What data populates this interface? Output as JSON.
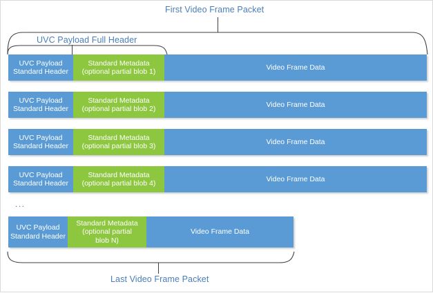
{
  "diagram": {
    "title_top": "First Video Frame Packet",
    "title_bottom": "Last Video Frame Packet",
    "full_header_label": "UVC Payload Full Header",
    "ellipsis": "...",
    "colors": {
      "header_blue": "#5B9BD5",
      "metadata_green": "#8DC63F",
      "data_blue": "#5B9BD5",
      "label_text": "#4A7EBB",
      "brace_stroke": "#3F3F3F"
    },
    "rows": [
      {
        "header": "UVC Payload\nStandard Header",
        "header_line1": "UVC Payload",
        "header_line2": "Standard Header",
        "metadata_line1": "Standard Metadata",
        "metadata_line2": "(optional partial blob 1)",
        "data": "Video Frame Data"
      },
      {
        "header_line1": "UVC Payload",
        "header_line2": "Standard Header",
        "metadata_line1": "Standard Metadata",
        "metadata_line2": "(optional partial blob 2)",
        "data": "Video Frame Data"
      },
      {
        "header_line1": "UVC Payload",
        "header_line2": "Standard Header",
        "metadata_line1": "Standard Metadata",
        "metadata_line2": "(optional partial blob 3)",
        "data": "Video Frame Data"
      },
      {
        "header_line1": "UVC Payload",
        "header_line2": "Standard Header",
        "metadata_line1": "Standard Metadata",
        "metadata_line2": "(optional partial blob 4)",
        "data": "Video Frame Data"
      },
      {
        "header_line1": "UVC Payload",
        "header_line2": "Standard Header",
        "metadata_line1": "Standard Metadata",
        "metadata_line2": "(optional partial",
        "metadata_line3": "blob N)",
        "data": "Video Frame Data"
      }
    ]
  }
}
